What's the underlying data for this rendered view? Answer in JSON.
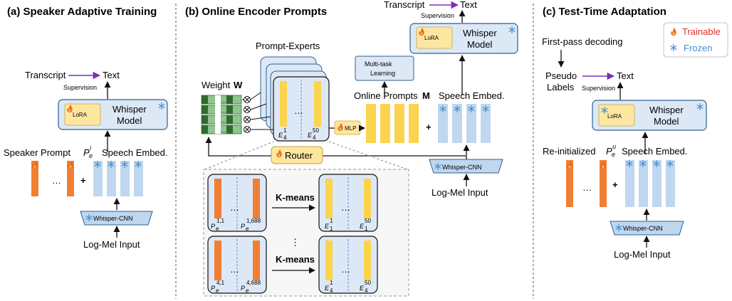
{
  "panels": {
    "a": {
      "title": "(a) Speaker Adaptive Training",
      "transcript": "Transcript",
      "text": "Text",
      "supervision": "Supervision",
      "lora": "LoRA",
      "whisper_model_line1": "Whisper",
      "whisper_model_line2": "Model",
      "speaker_prompt": "Speaker Prompt",
      "speaker_prompt_math": "P",
      "speaker_prompt_sub": "e",
      "speaker_prompt_sup": "i",
      "speech_embed": "Speech Embed.",
      "ellipsis": "…",
      "plus": "+",
      "whisper_cnn": "Whisper-CNN",
      "input": "Log-Mel Input"
    },
    "b": {
      "title": "(b) Online Encoder Prompts",
      "transcript": "Transcript",
      "text": "Text",
      "supervision": "Supervision",
      "lora": "LoRA",
      "whisper_model_line1": "Whisper",
      "whisper_model_line2": "Model",
      "multitask_line1": "Multi-task",
      "multitask_line2": "Learning",
      "prompt_experts": "Prompt-Experts",
      "weight": "Weight",
      "weight_sym": "W",
      "online_prompts": "Online Prompts",
      "online_prompts_sym": "M",
      "speech_embed": "Speech Embed.",
      "mlp": "MLP",
      "router": "Router",
      "whisper_cnn": "Whisper-CNN",
      "input": "Log-Mel Input",
      "expert_first": "E",
      "expert_first_sub": "4",
      "expert_first_sup": "1",
      "expert_last_sup": "50",
      "kmeans": "K-means",
      "row1_left_first_sup": "1,1",
      "row1_left_last_sup": "1,688",
      "row1_right_sub": "1",
      "row2_left_first_sup": "4,1",
      "row2_left_last_sup": "4,688",
      "row2_right_sub": "4",
      "ellipsis": "…",
      "vdots": "⋮",
      "plus": "+"
    },
    "c": {
      "title": "(c) Test-Time Adaptation",
      "first_pass": "First-pass decoding",
      "pseudo_line1": "Pseudo",
      "pseudo_line2": "Labels",
      "text": "Text",
      "supervision": "Supervision",
      "lora": "LoRA",
      "whisper_model_line1": "Whisper",
      "whisper_model_line2": "Model",
      "reinit": "Re-initialized",
      "reinit_sup": "u",
      "speech_embed": "Speech Embed.",
      "ellipsis": "…",
      "plus": "+",
      "whisper_cnn": "Whisper-CNN",
      "input": "Log-Mel Input"
    }
  },
  "legend": {
    "trainable": "Trainable",
    "frozen": "Frozen",
    "trainable_icon": "fire-icon",
    "frozen_icon": "snowflake-icon"
  },
  "colors": {
    "orange": "#f07f32",
    "yellow": "#fcd34d",
    "light_blue": "#bfd7ef",
    "panel_blue": "#dce8f6",
    "border_blue": "#2f5f8f",
    "purple": "#7b2fbf",
    "green_dark": "#2f6b2f",
    "green_light": "#8fc58f",
    "red": "#d9302c"
  }
}
